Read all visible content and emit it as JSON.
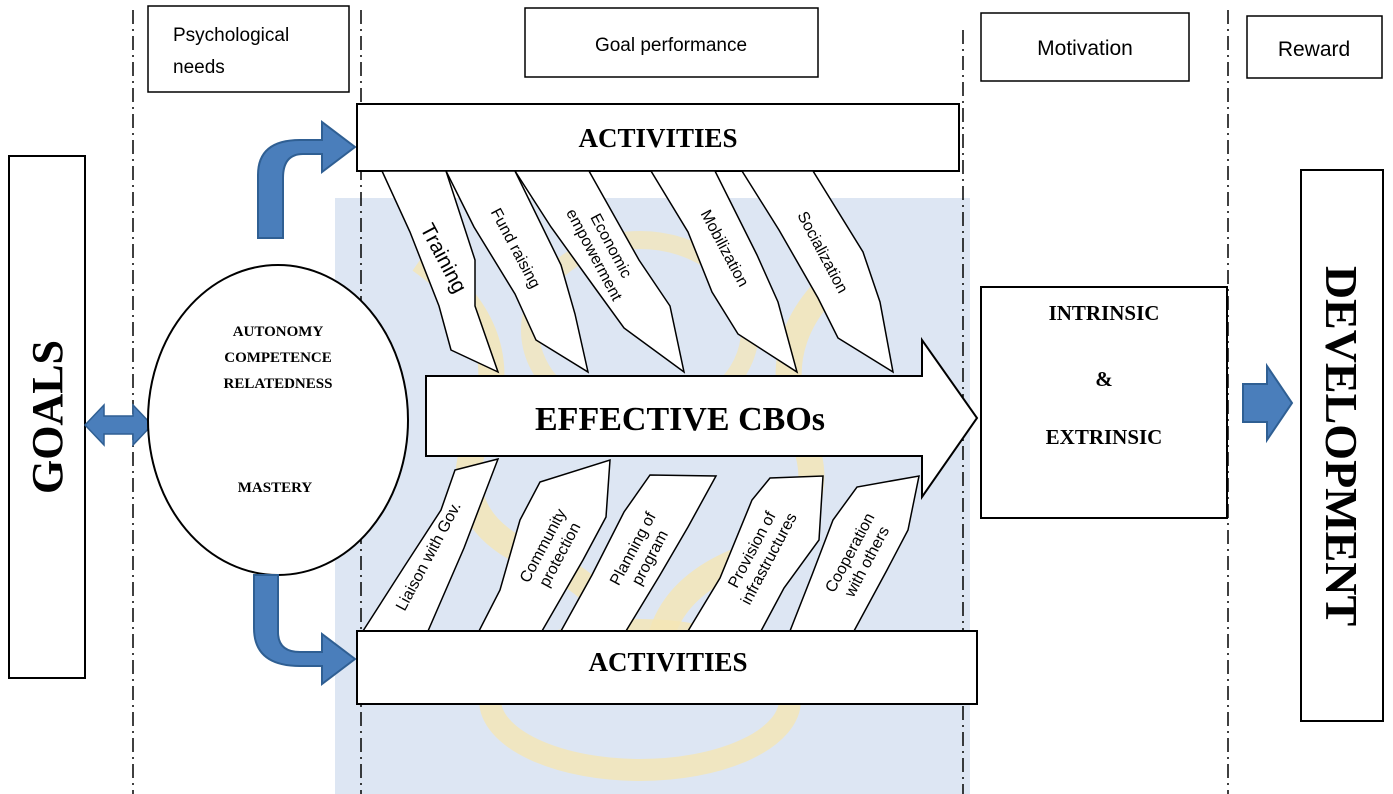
{
  "column_headers": {
    "psychological_needs": [
      "Psychological",
      "needs"
    ],
    "goal_performance": "Goal performance",
    "motivation": "Motivation",
    "reward": "Reward"
  },
  "goals_label": "GOALS",
  "development_label": "DEVELOPMENT",
  "needs": {
    "line1": "AUTONOMY",
    "line2": "COMPETENCE",
    "line3": "RELATEDNESS",
    "line4": "MASTERY"
  },
  "top_activities_label": "ACTIVITIES",
  "bottom_activities_label": "ACTIVITIES",
  "center_arrow_label": "EFFECTIVE CBOs",
  "top_activities": [
    {
      "lines": [
        "Training"
      ]
    },
    {
      "lines": [
        "Fund raising"
      ]
    },
    {
      "lines": [
        "Economic",
        "empowerment"
      ]
    },
    {
      "lines": [
        "Mobilization"
      ]
    },
    {
      "lines": [
        "Socialization"
      ]
    }
  ],
  "bottom_activities": [
    {
      "lines": [
        "Liaison with Gov."
      ]
    },
    {
      "lines": [
        "Community",
        "protection"
      ]
    },
    {
      "lines": [
        "Planning of",
        "program"
      ]
    },
    {
      "lines": [
        "Provision of",
        "infrastructures"
      ]
    },
    {
      "lines": [
        "Cooperation",
        "with others"
      ]
    }
  ],
  "motivation_box": {
    "line1": "INTRINSIC",
    "line2": "&",
    "line3": "EXTRINSIC"
  },
  "colors": {
    "arrow_blue": "#4a7ebb",
    "arrow_blue_dark": "#2f5f93",
    "watermark_blue": "#dde6f3",
    "watermark_gold": "#f5e6b4"
  }
}
